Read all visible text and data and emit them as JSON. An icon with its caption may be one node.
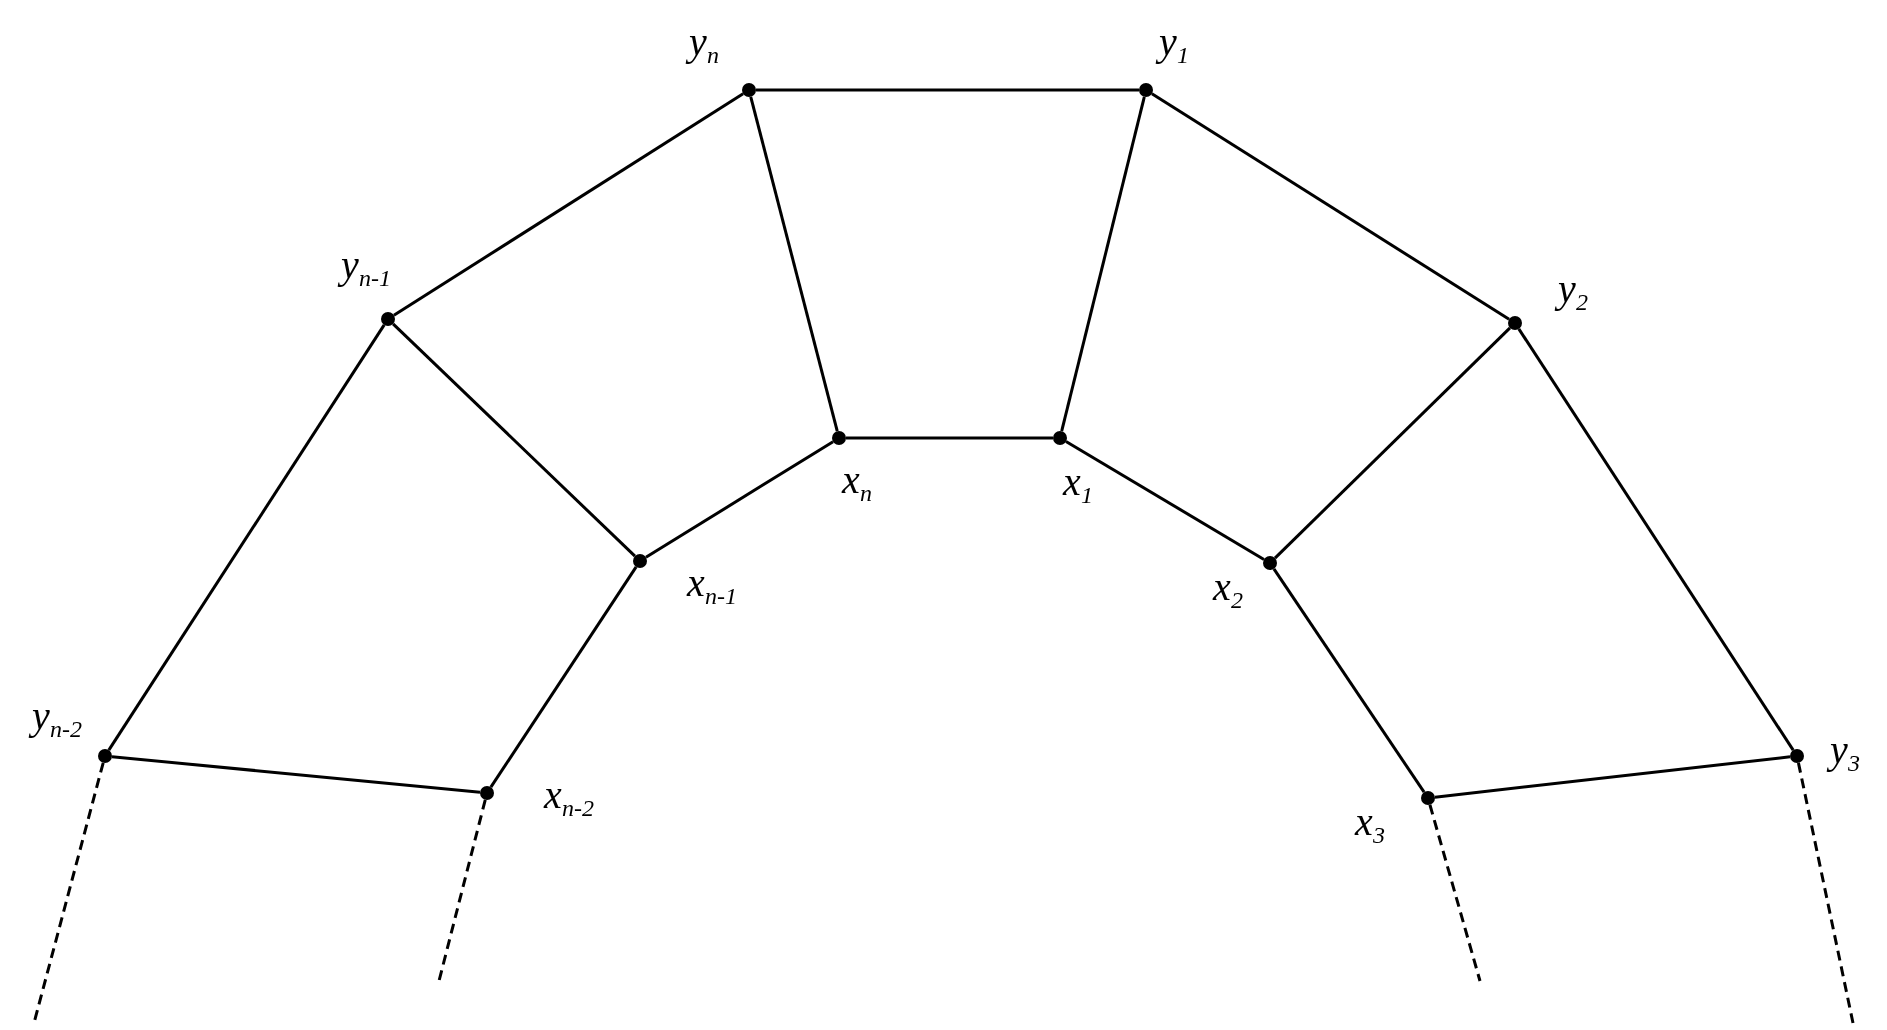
{
  "diagram": {
    "nodes": [
      {
        "text": [],
        "shape": "circle",
        "beside": [
          "y$_{n}$"
        ]
      },
      {
        "text": [],
        "shape": "circle",
        "beside": [
          "y$_{1}$"
        ]
      },
      {
        "text": [],
        "shape": "circle",
        "beside": [
          "y$_{n-1}$"
        ]
      },
      {
        "text": [],
        "shape": "circle",
        "beside": [
          "y$_{2}$"
        ]
      },
      {
        "text": [],
        "shape": "circle",
        "beside": [
          "x$_{n}$"
        ]
      },
      {
        "text": [],
        "shape": "circle",
        "beside": [
          "x$_{1}$"
        ]
      },
      {
        "text": [],
        "shape": "circle",
        "beside": [
          "x$_{n-1}$"
        ]
      },
      {
        "text": [],
        "shape": "circle",
        "beside": [
          "x$_{2}$"
        ]
      },
      {
        "text": [],
        "shape": "circle",
        "beside": [
          "y$_{n-2}$"
        ]
      },
      {
        "text": [],
        "shape": "circle",
        "beside": [
          "y$_{3}$"
        ]
      },
      {
        "text": [],
        "shape": "circle",
        "beside": [
          "x$_{n-2}$"
        ]
      },
      {
        "text": [],
        "shape": "circle",
        "beside": [
          "x$_{3}$"
        ]
      }
    ],
    "edges": [
      {
        "from": 0,
        "to": 1,
        "arrow": "none"
      },
      {
        "from": 0,
        "to": 2,
        "arrow": "none"
      },
      {
        "from": 1,
        "to": 3,
        "arrow": "none"
      },
      {
        "from": 0,
        "to": 4,
        "arrow": "none"
      },
      {
        "from": 1,
        "to": 5,
        "arrow": "none"
      },
      {
        "from": 4,
        "to": 5,
        "arrow": "none"
      },
      {
        "from": 2,
        "to": 6,
        "arrow": "none"
      },
      {
        "from": 6,
        "to": 4,
        "arrow": "none"
      },
      {
        "from": 5,
        "to": 7,
        "arrow": "none"
      },
      {
        "from": 3,
        "to": 7,
        "arrow": "none"
      },
      {
        "from": 2,
        "to": 8,
        "arrow": "none"
      },
      {
        "from": 6,
        "to": 10,
        "arrow": "none"
      },
      {
        "from": 7,
        "to": 11,
        "arrow": "none"
      },
      {
        "from": 3,
        "to": 9,
        "arrow": "none"
      },
      {
        "from": 8,
        "to": 10,
        "arrow": "none"
      },
      {
        "from": 11,
        "to": 9,
        "arrow": "none"
      },
      {
        "from": 8,
        "to": null,
        "arrow": "none",
        "style": "dashed"
      },
      {
        "from": 10,
        "to": null,
        "arrow": "none",
        "style": "dashed"
      },
      {
        "from": 11,
        "to": null,
        "arrow": "none",
        "style": "dashed"
      },
      {
        "from": 9,
        "to": null,
        "arrow": "none",
        "style": "dashed"
      }
    ]
  }
}
